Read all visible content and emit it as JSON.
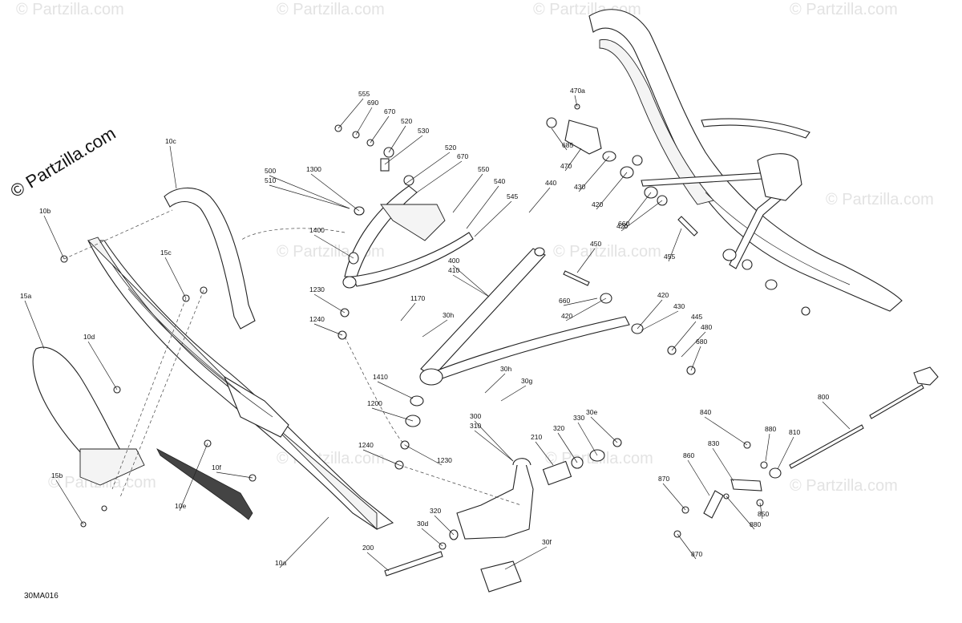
{
  "logo_text": "© Partzilla.com",
  "watermark": "© Partzilla.com",
  "diagram_code": "30MA016",
  "callouts": [
    "555",
    "690",
    "670",
    "520",
    "530",
    "520",
    "670",
    "550",
    "540",
    "545",
    "500",
    "510",
    "1300",
    "1400",
    "1230",
    "1240",
    "470a",
    "685",
    "470",
    "430",
    "420",
    "660",
    "420",
    "440",
    "455",
    "450",
    "660",
    "420",
    "420",
    "430",
    "445",
    "480",
    "680",
    "400",
    "410",
    "1170",
    "30h",
    "30h",
    "30g",
    "1410",
    "1200",
    "1240",
    "1230",
    "300",
    "310",
    "210",
    "320",
    "330",
    "30e",
    "320",
    "30d",
    "200",
    "30f",
    "10c",
    "10b",
    "15c",
    "10d",
    "15a",
    "10f",
    "10e",
    "15b",
    "10a",
    "840",
    "880",
    "810",
    "800",
    "830",
    "860",
    "870",
    "850",
    "880",
    "870"
  ]
}
